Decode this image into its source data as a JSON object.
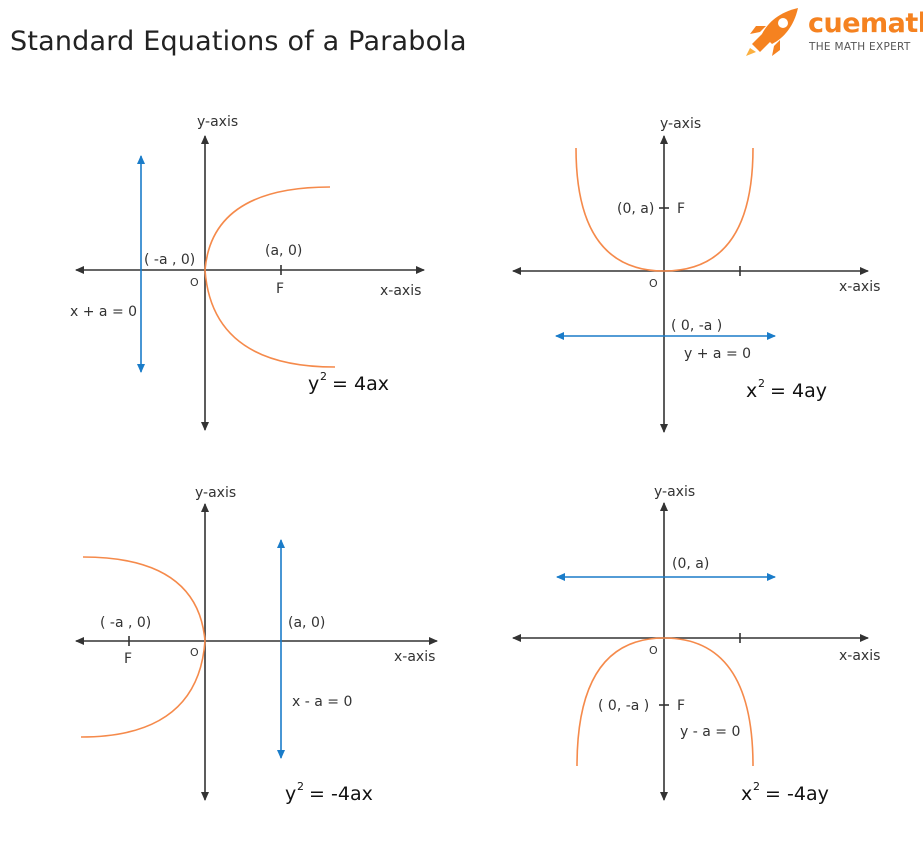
{
  "title": "Standard Equations of a Parabola",
  "logo": {
    "brand": "cuemath",
    "tagline": "THE MATH EXPERT",
    "icon": "rocket-icon"
  },
  "colors": {
    "axis": "#333333",
    "parabola": "#f58a4b",
    "directrix": "#1a7cc9",
    "brand": "#f58220"
  },
  "panels": [
    {
      "equation": {
        "lhs": "y",
        "exp": "2",
        "rhs": " = 4ax"
      },
      "y_axis_label": "y-axis",
      "x_axis_label": "x-axis",
      "origin_label": "O",
      "focus_label": "F",
      "focus_point": "(a, 0)",
      "vertex_point": "( -a , 0)",
      "directrix_equation": "x + a = 0"
    },
    {
      "equation": {
        "lhs": "x",
        "exp": "2",
        "rhs": " = 4ay"
      },
      "y_axis_label": "y-axis",
      "x_axis_label": "x-axis",
      "origin_label": "O",
      "focus_label": "F",
      "focus_point": "(0, a)",
      "vertex_point": "( 0, -a )",
      "directrix_equation": "y + a = 0"
    },
    {
      "equation": {
        "lhs": "y",
        "exp": "2",
        "rhs": " = -4ax"
      },
      "y_axis_label": "y-axis",
      "x_axis_label": "x-axis",
      "origin_label": "O",
      "focus_label": "F",
      "focus_point": "( -a , 0)",
      "vertex_point": "(a, 0)",
      "directrix_equation": "x - a = 0"
    },
    {
      "equation": {
        "lhs": "x",
        "exp": "2",
        "rhs": " = -4ay"
      },
      "y_axis_label": "y-axis",
      "x_axis_label": "x-axis",
      "origin_label": "O",
      "focus_label": "F",
      "focus_point": "( 0, -a )",
      "vertex_point": "(0, a)",
      "directrix_equation": "y - a = 0"
    }
  ]
}
